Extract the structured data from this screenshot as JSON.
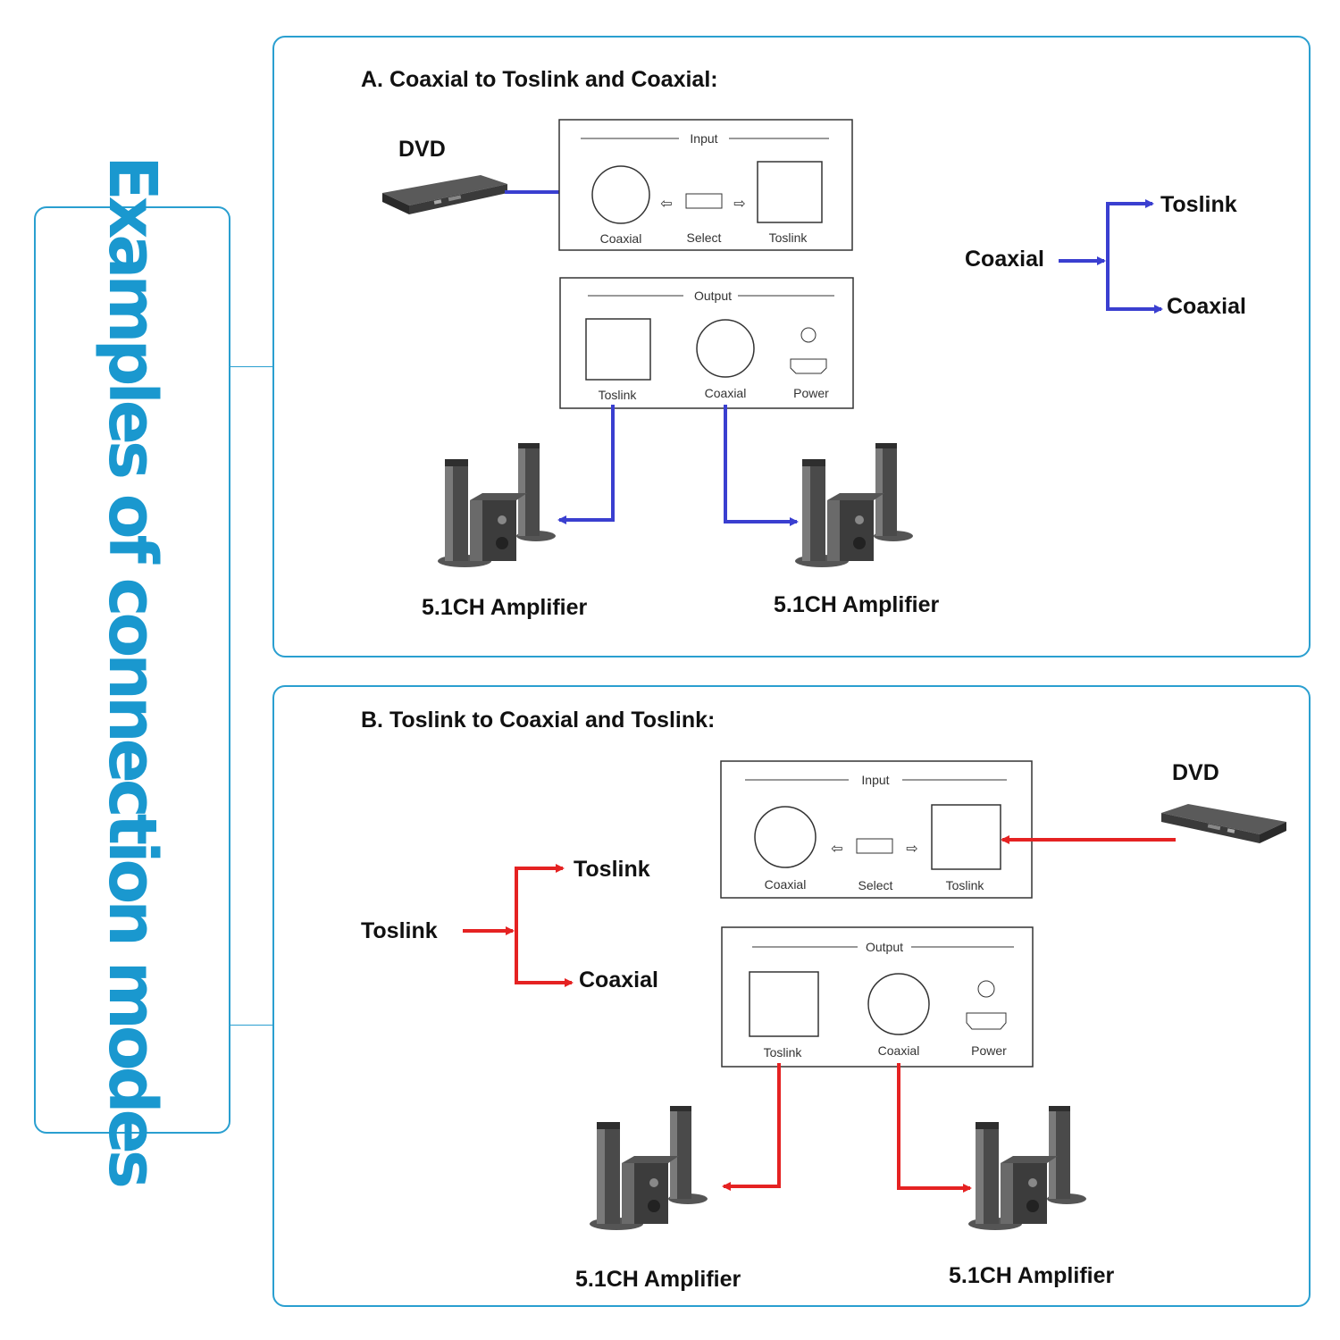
{
  "side_title": "Examples of connection modes",
  "colors": {
    "accent": "#2a9fd0",
    "blue_cable": "#3a3fd0",
    "red_cable": "#e52222"
  },
  "section_a": {
    "heading": "A. Coaxial to Toslink and Coaxial:",
    "source": "DVD",
    "input_panel": {
      "title": "Input",
      "left_port": "Coaxial",
      "middle": "Select",
      "right_port": "Toslink"
    },
    "output_panel": {
      "title": "Output",
      "left_port": "Toslink",
      "middle_port": "Coaxial",
      "right_port": "Power"
    },
    "flow": {
      "from": "Coaxial",
      "to_top": "Toslink",
      "to_bottom": "Coaxial"
    },
    "amp_left": "5.1CH Amplifier",
    "amp_right": "5.1CH Amplifier"
  },
  "section_b": {
    "heading": "B. Toslink to Coaxial and Toslink:",
    "source": "DVD",
    "input_panel": {
      "title": "Input",
      "left_port": "Coaxial",
      "middle": "Select",
      "right_port": "Toslink"
    },
    "output_panel": {
      "title": "Output",
      "left_port": "Toslink",
      "middle_port": "Coaxial",
      "right_port": "Power"
    },
    "flow": {
      "from": "Toslink",
      "to_top": "Toslink",
      "to_bottom": "Coaxial"
    },
    "amp_left": "5.1CH Amplifier",
    "amp_right": "5.1CH Amplifier"
  }
}
